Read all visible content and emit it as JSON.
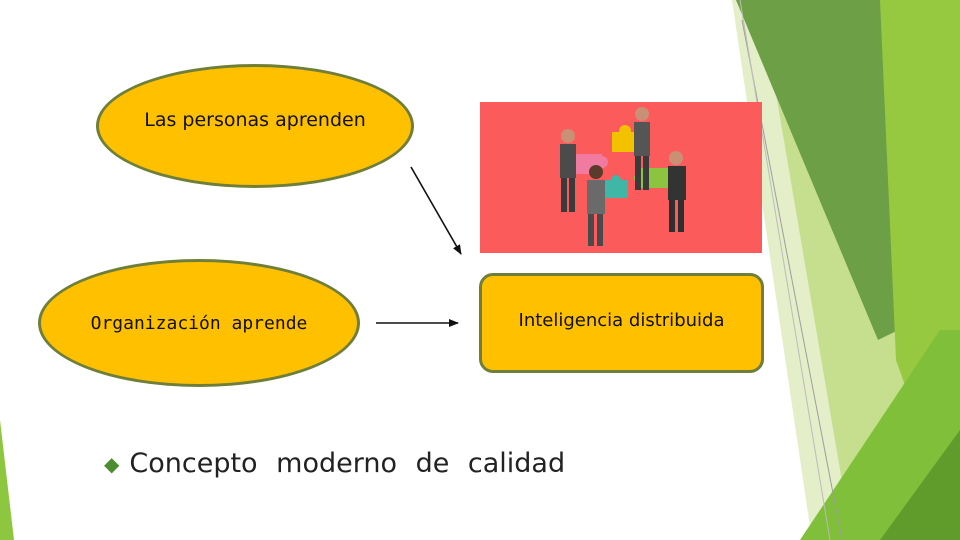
{
  "slide": {
    "ellipse_top_label": "Las personas aprenden",
    "ellipse_mid_label": "Organización aprende",
    "box_label": "Inteligencia distribuida",
    "bullet": {
      "icon": "diamond-bullet-icon",
      "text": "Concepto moderno de calidad"
    }
  },
  "colors": {
    "shape_fill": "#ffc000",
    "shape_border": "#6f7f3a",
    "photo_background": "#fb5c5b",
    "accent_green": "#4e8d2f"
  }
}
